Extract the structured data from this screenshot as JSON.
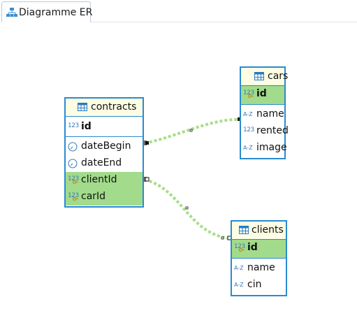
{
  "tab": {
    "label": "Diagramme ER",
    "icon": "er-diagram-icon"
  },
  "entities": {
    "contracts": {
      "title": "contracts",
      "pk": [
        {
          "name": "id",
          "type": "numeric"
        }
      ],
      "columns": [
        {
          "name": "dateBegin",
          "type": "datetime"
        },
        {
          "name": "dateEnd",
          "type": "datetime"
        },
        {
          "name": "clientId",
          "type": "numeric-fk"
        },
        {
          "name": "carId",
          "type": "numeric-fk"
        }
      ]
    },
    "cars": {
      "title": "cars",
      "pk": [
        {
          "name": "id",
          "type": "numeric"
        }
      ],
      "columns": [
        {
          "name": "name",
          "type": "text"
        },
        {
          "name": "rented",
          "type": "numeric"
        },
        {
          "name": "image",
          "type": "text"
        }
      ]
    },
    "clients": {
      "title": "clients",
      "pk": [
        {
          "name": "id",
          "type": "numeric"
        }
      ],
      "columns": [
        {
          "name": "name",
          "type": "text"
        },
        {
          "name": "cin",
          "type": "text"
        }
      ]
    }
  },
  "colors": {
    "entity_border": "#2a8bd0",
    "header_bg": "#fdfde4",
    "highlight_row": "#a2db8b",
    "connector": "#a8de88"
  }
}
